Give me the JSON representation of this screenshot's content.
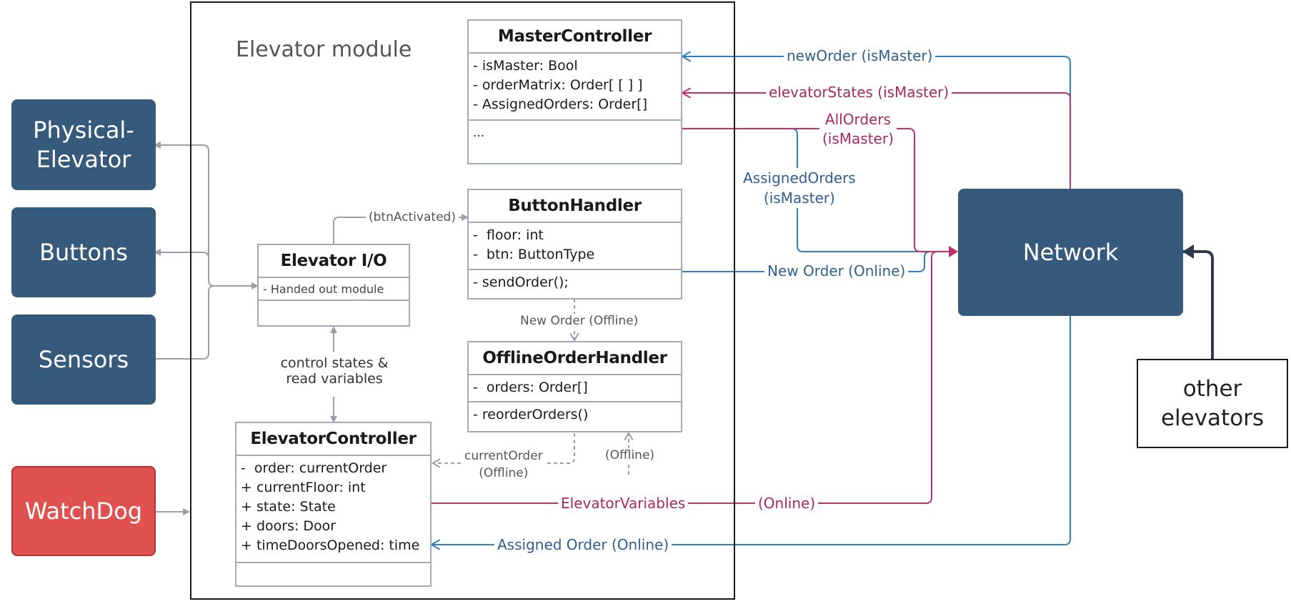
{
  "module": {
    "title": "Elevator module"
  },
  "external": {
    "physical_elevator": "Physical-\nElevator",
    "buttons": "Buttons",
    "sensors": "Sensors",
    "watchdog": "WatchDog",
    "network": "Network",
    "other_elevators": "other\nelevators"
  },
  "classes": {
    "master_controller": {
      "name": "MasterController",
      "attributes": [
        "- isMaster: Bool",
        "- orderMatrix: Order[ [ ] ]",
        "- AssignedOrders: Order[]"
      ],
      "operations": [
        "..."
      ]
    },
    "button_handler": {
      "name": "ButtonHandler",
      "attributes": [
        "-  floor: int",
        "-  btn: ButtonType"
      ],
      "operations": [
        "- sendOrder();"
      ]
    },
    "elevator_io": {
      "name": "Elevator I/O",
      "attributes": [
        "- Handed out module"
      ],
      "operations": []
    },
    "offline_order_handler": {
      "name": "OfflineOrderHandler",
      "attributes": [
        "-  orders: Order[]"
      ],
      "operations": [
        "- reorderOrders()"
      ]
    },
    "elevator_controller": {
      "name": "ElevatorController",
      "attributes": [
        "-  order: currentOrder",
        "+ currentFloor: int",
        "+ state: State",
        "+ doors: Door",
        "+ timeDoorsOpened: time"
      ],
      "operations": []
    }
  },
  "labels": {
    "btn_activated": "(btnActivated)",
    "new_order_offline": "New Order (Offline)",
    "control_states_1": "control states &",
    "control_states_2": "read variables",
    "current_order_1": "currentOrder",
    "current_order_2": "(Offline)",
    "offline": "(Offline)",
    "new_order_is_master": "newOrder (isMaster)",
    "elevator_states_is_master": "elevatorStates (isMaster)",
    "all_orders_1": "AllOrders",
    "all_orders_2": "(isMaster)",
    "assigned_orders_1": "AssignedOrders",
    "assigned_orders_2": "(isMaster)",
    "new_order_online": "New Order (Online)",
    "elevator_variables": "ElevatorVariables",
    "online": "(Online)",
    "assigned_order_online": "Assigned Order (Online)"
  },
  "colors": {
    "box_fill": "#355a7b",
    "watchdog_fill": "#e0524f",
    "blue_line": "#2e7fc1",
    "magenta_line": "#c2306a",
    "gray_line": "#9aa0a6",
    "dark_line": "#2f3b4c"
  }
}
